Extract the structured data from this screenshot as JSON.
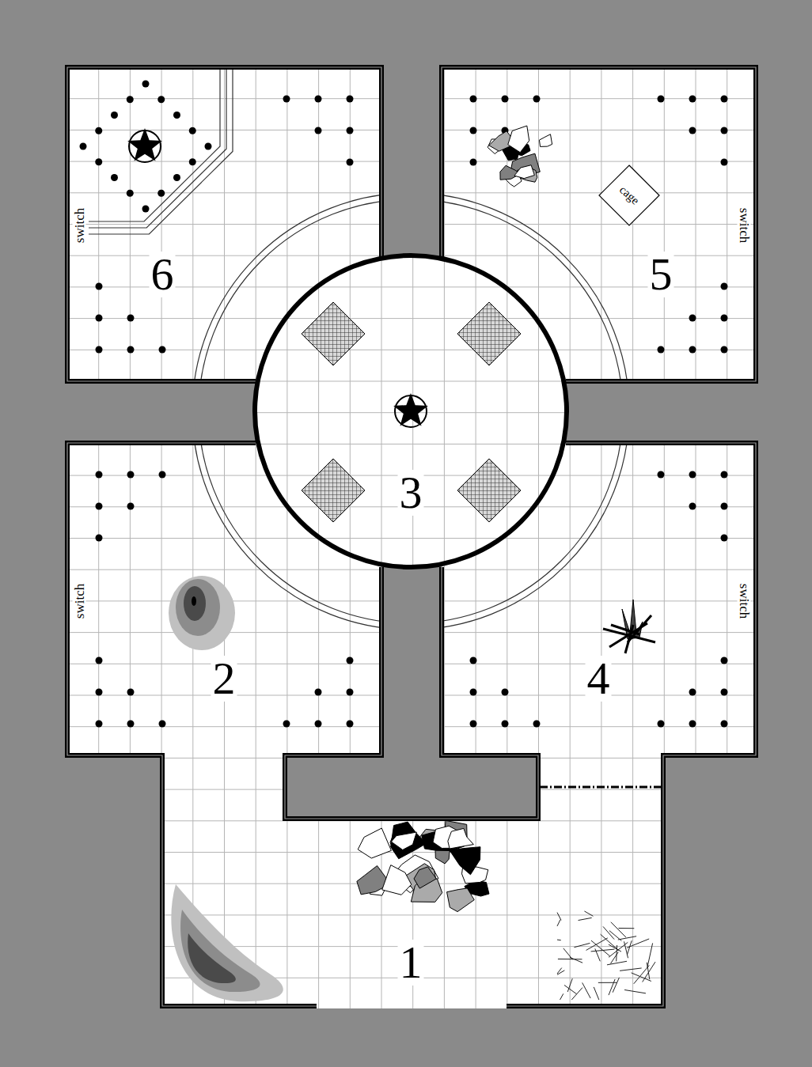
{
  "diagram": {
    "nodes": [
      {
        "text": [
          "switch",
          "6"
        ]
      },
      {
        "text": [
          "switch",
          "5"
        ]
      },
      {
        "text": [
          "cage"
        ],
        "in": 1
      },
      {
        "text": [
          "3"
        ]
      },
      {
        "text": [
          "switch",
          "2"
        ]
      },
      {
        "text": [
          "switch",
          "4"
        ]
      },
      {
        "text": [
          "1"
        ]
      }
    ]
  }
}
